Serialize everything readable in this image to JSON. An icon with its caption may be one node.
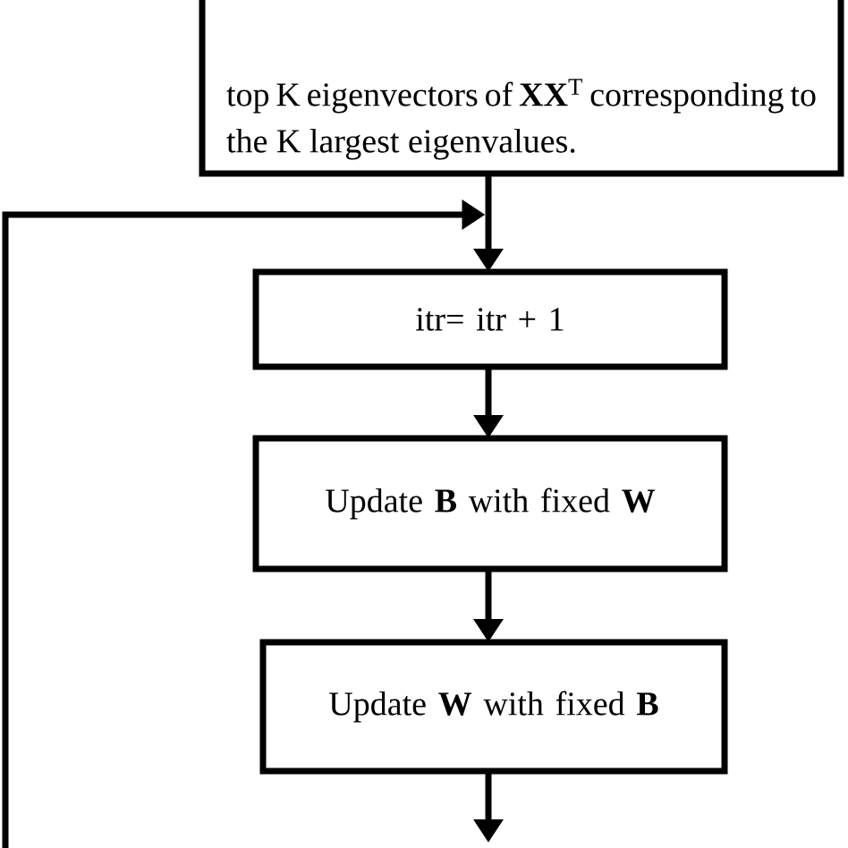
{
  "diagram": {
    "nodes": [
      {
        "text": [
          "top K eigenvectors of **XX**$^{T}$ corresponding to the K largest eigenvalues."
        ]
      },
      {
        "text": [
          "itr= itr + 1"
        ]
      },
      {
        "text": [
          "Update **B** with fixed **W**"
        ]
      },
      {
        "text": [
          "Update **W** with fixed **B**"
        ]
      }
    ],
    "edges": [
      {
        "from": 0,
        "to": 1,
        "arrow": "to"
      },
      {
        "from": null,
        "to": 1,
        "arrow": "to"
      },
      {
        "from": 1,
        "to": 2,
        "arrow": "to"
      },
      {
        "from": 2,
        "to": 3,
        "arrow": "to"
      },
      {
        "from": 3,
        "to": null,
        "arrow": "to"
      }
    ]
  }
}
